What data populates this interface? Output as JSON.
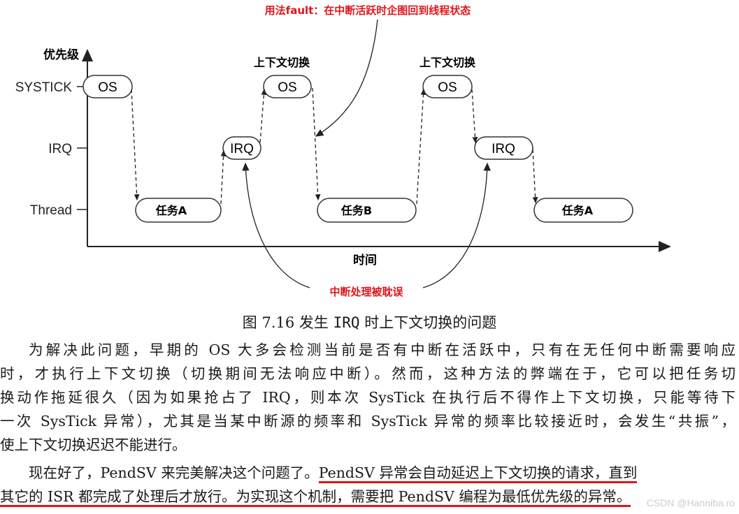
{
  "diagram": {
    "annotation_top": "用法fault：在中断活跃时企图回到线程状态",
    "annotation_bottom": "中断处理被耽误",
    "axis": {
      "y_label": "优先级",
      "x_label": "时间",
      "levels": [
        "SYSTICK",
        "IRQ",
        "Thread"
      ]
    },
    "boxes": {
      "os_1": "OS",
      "task_a_1": "任务A",
      "irq_1": "IRQ",
      "os_2": "OS",
      "task_b": "任务B",
      "os_3": "OS",
      "irq_2": "IRQ",
      "task_a_2": "任务A"
    },
    "context_switch_label_1": "上下文切换",
    "context_switch_label_2": "上下文切换",
    "colors": {
      "annotation": "#e0161c",
      "line": "#222222",
      "box_border": "#333333"
    }
  },
  "caption": {
    "prefix": "图 7.16 发生 ",
    "irq": "IRQ",
    "suffix": " 时上下文切换的问题"
  },
  "paragraphs": {
    "p1": [
      "为解决此问题，早期的 OS 大多会检测当前是否有中断在活跃中，只有在无任何中断需要响应",
      "时，才执行上下文切换（切换期间无法响应中断）。然而，这种方法的弊端在于，它可以把任务切",
      "换动作拖延很久（因为如果抢占了 IRQ，则本次 SysTick 在执行后不得作上下文切换，只能等待下",
      "一次 SysTick 异常），尤其是当某中断源的频率和 SysTick 异常的频率比较接近时，会发生“共振”，",
      "使上下文切换迟迟不能进行。"
    ],
    "p2_line1_plain": "现在好了，PendSV 来完美解决这个问题了。",
    "p2_line1_underlined": "PendSV 异常会自动延迟上下文切换的请求，直到",
    "p2_line2_underlined": "其它的 ISR 都完成了处理后才放行。为实现这个机制，需要把 PendSV 编程为最低优先级的异常。"
  },
  "watermark": "CSDN @Hanniba.ro"
}
